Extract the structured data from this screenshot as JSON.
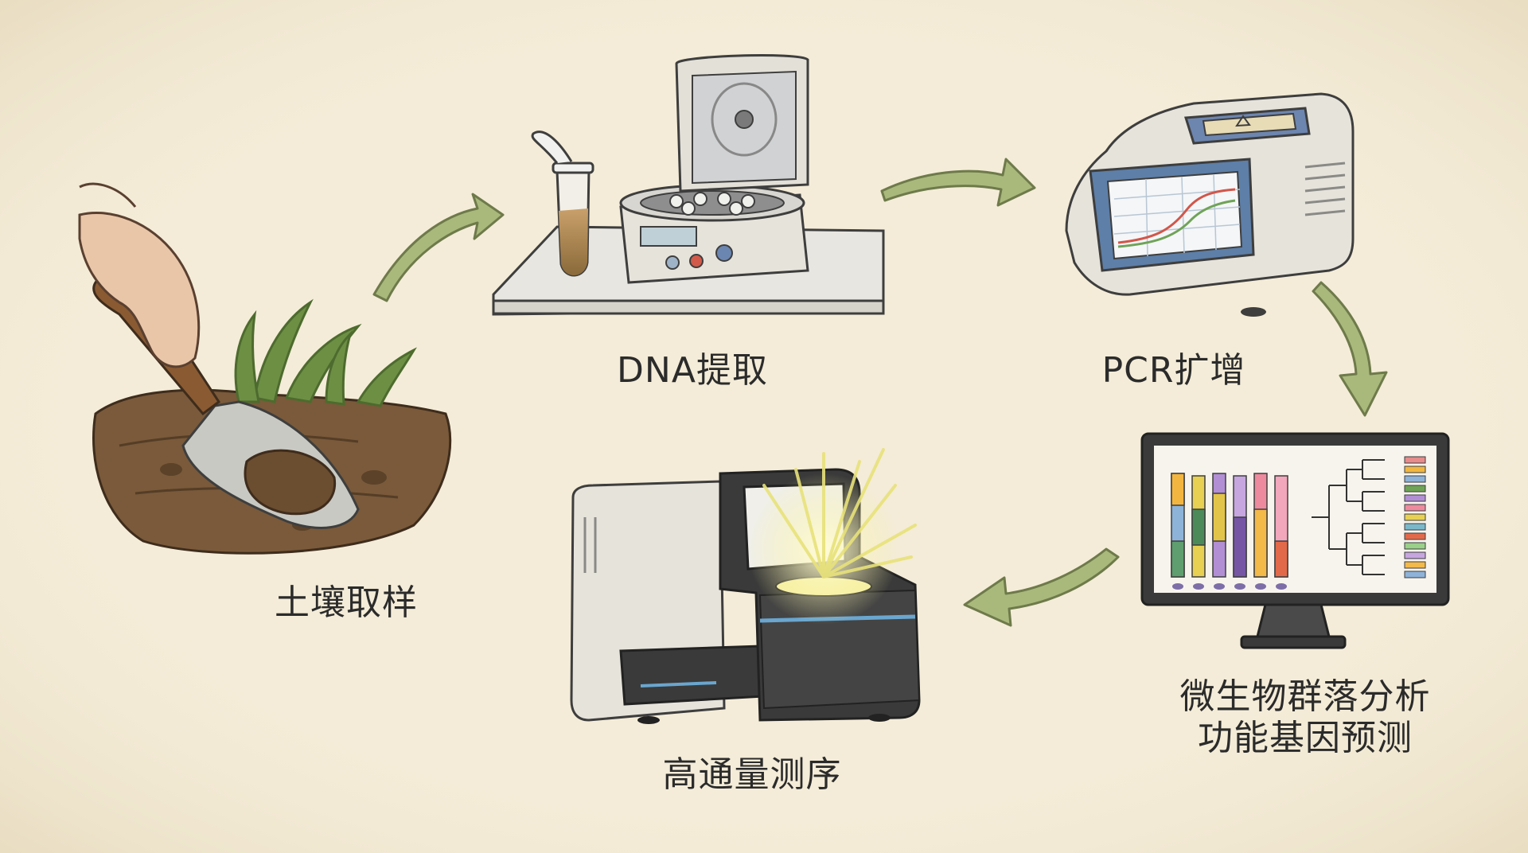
{
  "steps": {
    "soil_sampling": "土壤取样",
    "dna_extraction": "DNA提取",
    "pcr_amplification": "PCR扩增",
    "sequencing": "高通量测序",
    "analysis_line1": "微生物群落分析",
    "analysis_line2": "功能基因预测"
  },
  "colors": {
    "background": "#f4ecd8",
    "arrow": "#a9b97c",
    "ink": "#2b2b2b",
    "soil": "#7a5a3a",
    "grass": "#6d8f44",
    "device_body": "#e6e3db",
    "screen_blue": "#5d7fa8",
    "sequencer_dark": "#3a3a3a",
    "glow": "#f6f0a0"
  },
  "icons": {
    "soil": "trowel-soil-icon",
    "dna": "centrifuge-tube-icon",
    "pcr": "thermal-cycler-icon",
    "sequencing": "sequencer-icon",
    "analysis": "monitor-chart-icon"
  }
}
